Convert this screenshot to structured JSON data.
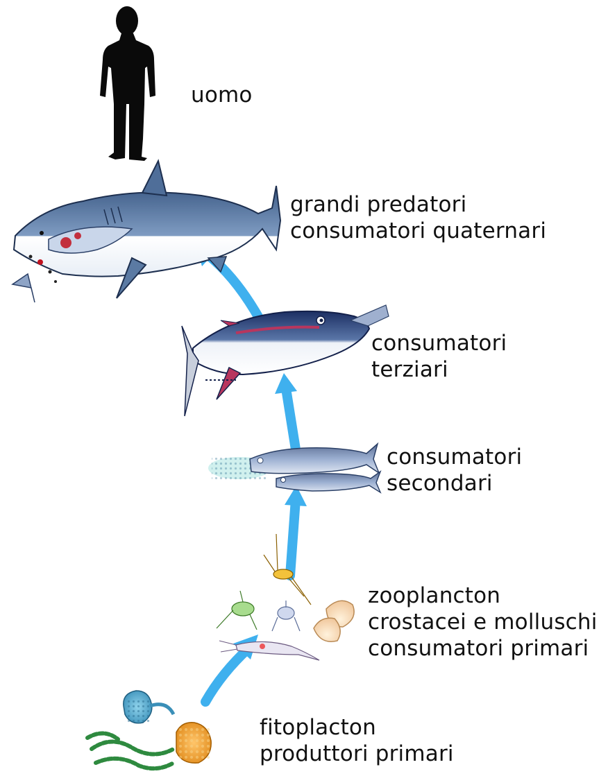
{
  "levels": [
    {
      "lines": [
        "uomo"
      ]
    },
    {
      "lines": [
        "grandi predatori",
        "consumatori quaternari"
      ]
    },
    {
      "lines": [
        "consumatori",
        "terziari"
      ]
    },
    {
      "lines": [
        "consumatori",
        "secondari"
      ]
    },
    {
      "lines": [
        "zooplancton",
        "crostacei e molluschi",
        "consumatori primari"
      ]
    },
    {
      "lines": [
        "fitoplacton",
        "produttori primari"
      ]
    }
  ],
  "colors": {
    "arrow": "#3fb0ee",
    "shark": "#5b7aa3",
    "tuna": "#263f78",
    "human": "#0a0a0a"
  }
}
